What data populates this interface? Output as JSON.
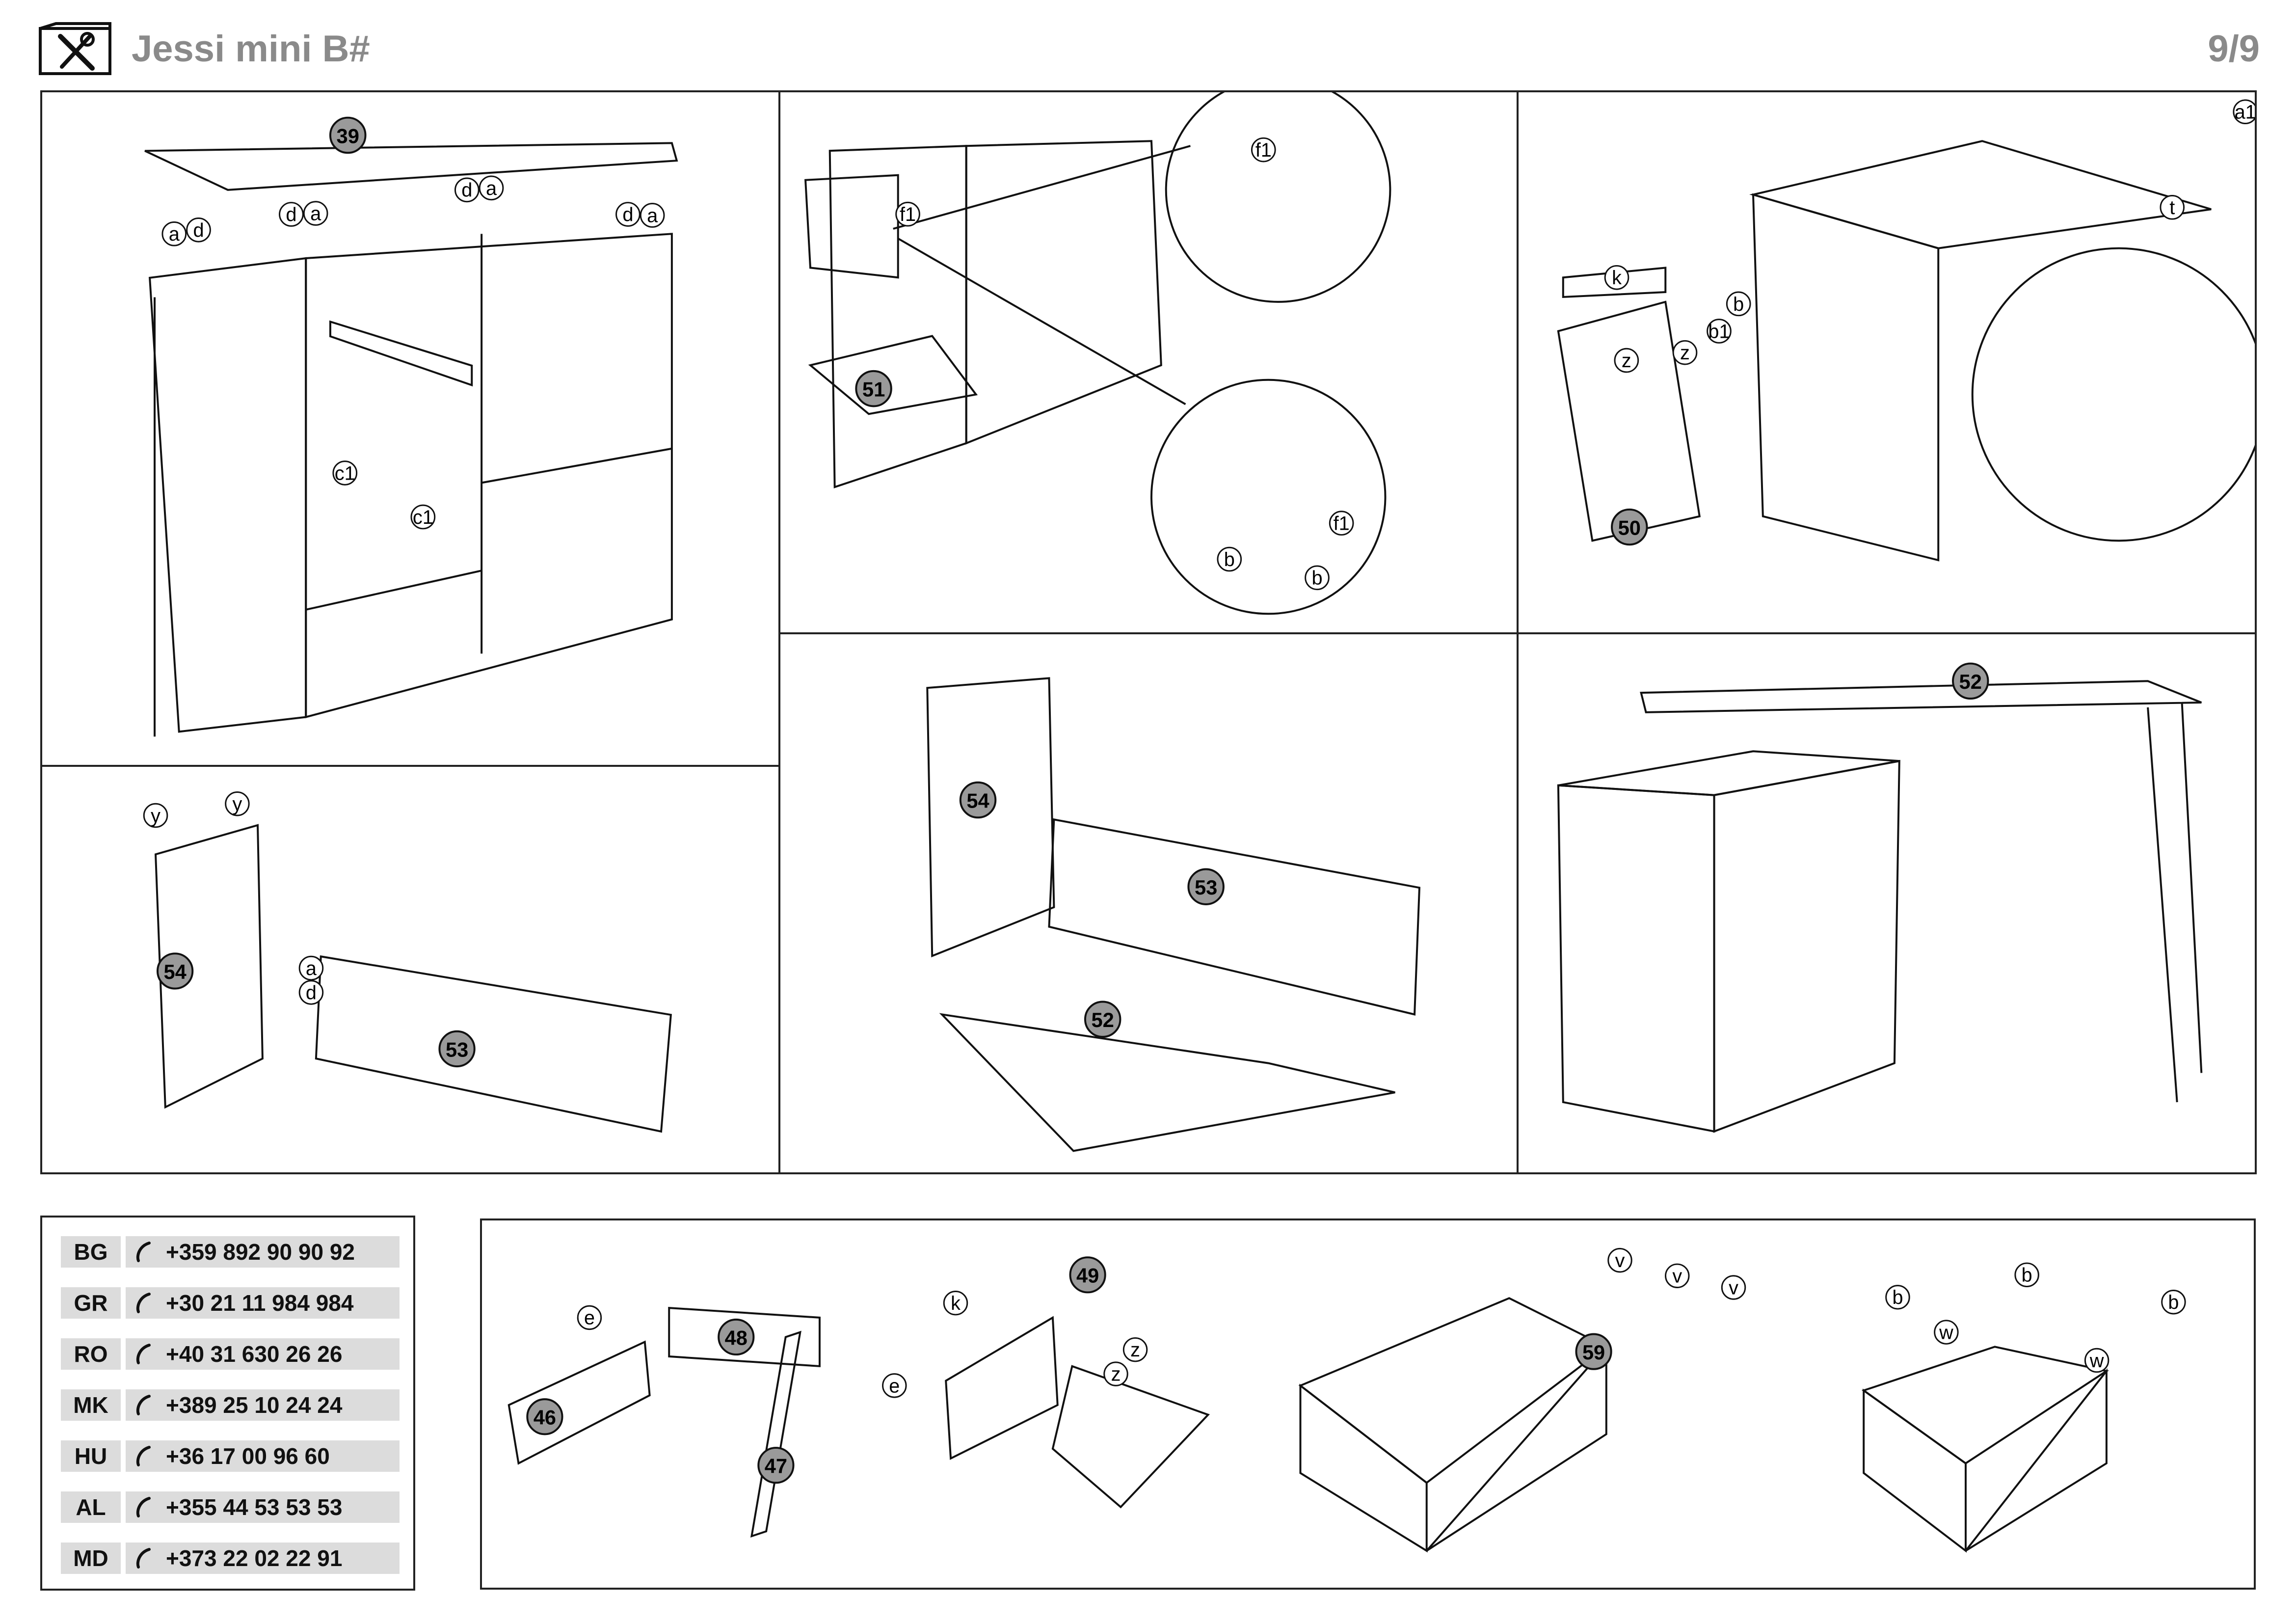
{
  "header": {
    "title": "Jessi mini B#",
    "page": "9/9",
    "icon": "tools-icon"
  },
  "contacts": [
    {
      "country": "BG",
      "phone": "+359 892 90 90 92"
    },
    {
      "country": "GR",
      "phone": "+30 21 11 984 984"
    },
    {
      "country": "RO",
      "phone": "+40 31 630 26 26"
    },
    {
      "country": "MK",
      "phone": "+389 25 10 24 24"
    },
    {
      "country": "HU",
      "phone": "+36 17 00 96 60"
    },
    {
      "country": "AL",
      "phone": "+355 44 53 53 53"
    },
    {
      "country": "MD",
      "phone": "+373 22 02 22 91"
    }
  ],
  "steps": {
    "cabinet_top": {
      "part": "39"
    },
    "drawer_runner": {
      "parts": [
        "51"
      ]
    },
    "door_hinge": {
      "part": "50"
    },
    "side_back": {
      "parts": [
        "54",
        "53"
      ]
    },
    "desk_base": {
      "parts": [
        "54",
        "53",
        "52"
      ]
    },
    "desk_final": {
      "part": "52"
    },
    "drawer_assembly": {
      "parts": [
        "46",
        "48",
        "47",
        "49",
        "59"
      ]
    }
  },
  "parts_letters": {
    "a": "a",
    "d": "d",
    "c1": "c1",
    "f1": "f1",
    "b": "b",
    "b1": "b1",
    "k": "k",
    "z": "z",
    "t": "t",
    "a1": "a1",
    "y": "y",
    "e": "e",
    "v": "v",
    "w": "w"
  }
}
